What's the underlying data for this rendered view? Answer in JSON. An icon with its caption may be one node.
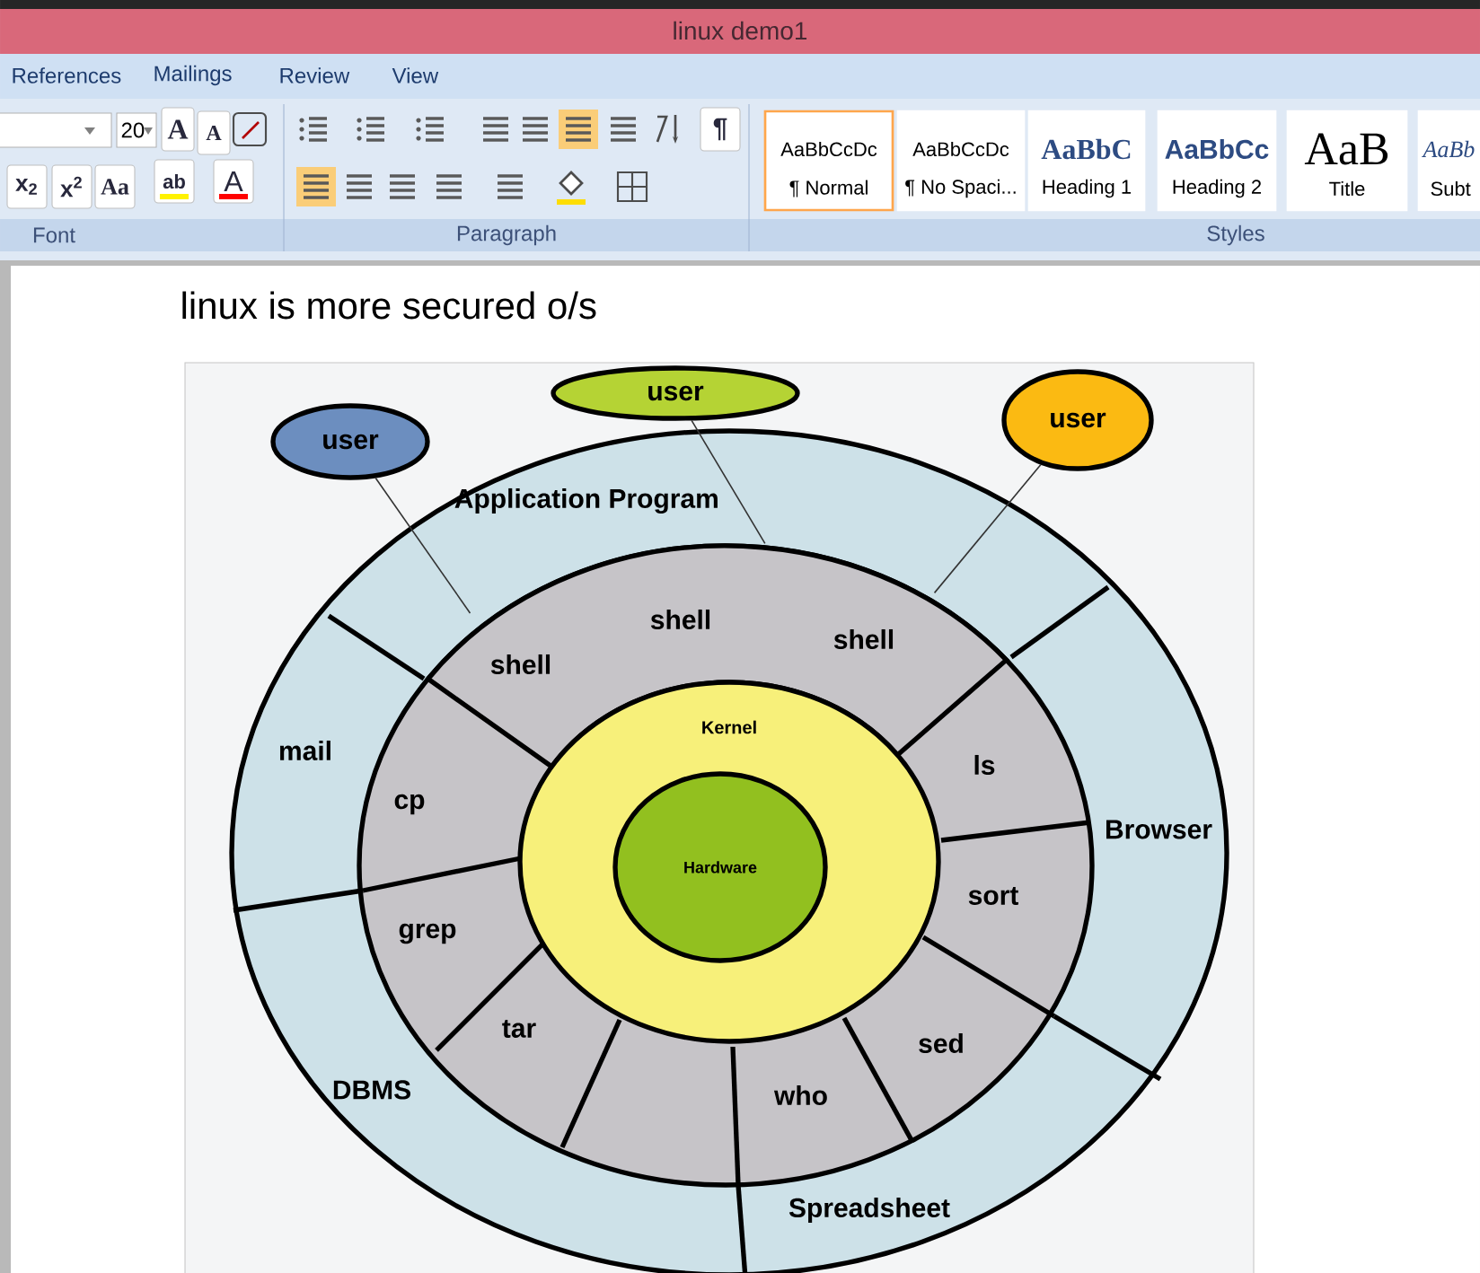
{
  "diagram": {
    "title": "linux is more secured o/s",
    "nodes": [
      {
        "text": [
          "user"
        ]
      },
      {
        "text": [
          "user"
        ]
      },
      {
        "text": [
          "user"
        ]
      },
      {
        "text": [
          "Application Program"
        ]
      },
      {
        "text": [
          "shell",
          "shell",
          "shell"
        ]
      },
      {
        "text": [
          "mail"
        ]
      },
      {
        "text": [
          "cp"
        ]
      },
      {
        "text": [
          "Kernel"
        ]
      },
      {
        "text": [
          "Hardware"
        ],
        "in": 7
      },
      {
        "text": [
          "ls"
        ]
      },
      {
        "text": [
          "Browser"
        ]
      },
      {
        "text": [
          "sort"
        ]
      },
      {
        "text": [
          "grep"
        ]
      },
      {
        "text": [
          "DBMS"
        ]
      },
      {
        "text": [
          "tar"
        ]
      },
      {
        "text": [
          "sed"
        ]
      },
      {
        "text": [
          "who"
        ]
      },
      {
        "text": [
          "Spreadsheet"
        ]
      }
    ],
    "edges": [
      {
        "from": 0,
        "to": 4,
        "arrow": "none"
      },
      {
        "from": 1,
        "to": 4,
        "arrow": "none"
      },
      {
        "from": 2,
        "to": 4,
        "arrow": "none"
      }
    ],
    "labels": [
      "linux demo1",
      "References",
      "Mailings",
      "Review",
      "View",
      "20",
      "A",
      "A",
      "x$_{2}$",
      "x$^{2}$",
      "Aa",
      "ab",
      "A",
      "¶",
      "Font",
      "Paragraph",
      "AaBbCcDc",
      "¶ Normal",
      "AaBbCcDc",
      "¶ No Spaci...",
      "AaBbC",
      "Heading 1",
      "AaBbCc",
      "Heading 2",
      "AaB",
      "Title",
      "AaBb",
      "Subt",
      "Styles"
    ]
  }
}
